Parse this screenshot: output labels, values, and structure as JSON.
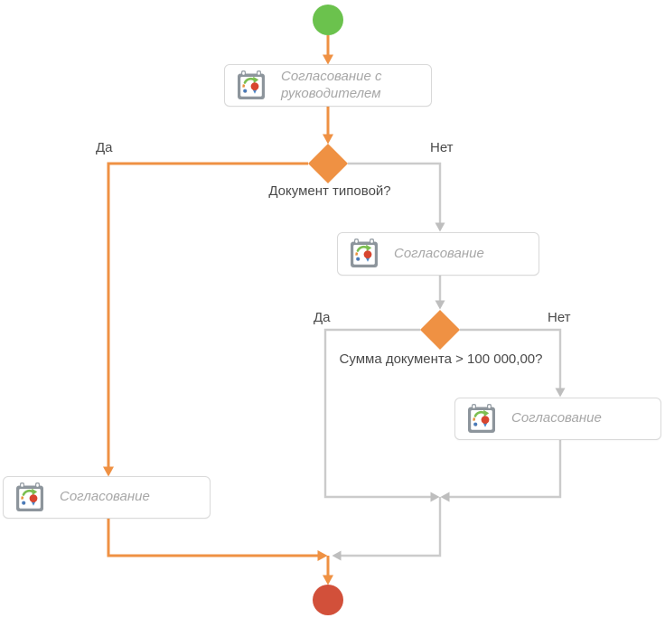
{
  "diagram": {
    "type": "business-process-flowchart",
    "colors": {
      "start_node": "#6BC24D",
      "end_node": "#D2503A",
      "decision_node": "#EF9143",
      "active_path": "#EF9143",
      "inactive_path": "#CBCBCB",
      "task_border": "#D9D9D9",
      "task_text": "#A7A7A7",
      "label_text": "#4A4A4A"
    },
    "nodes": {
      "task_manager": {
        "label": "Согласование с руководителем"
      },
      "task_approval_no_branch": {
        "label": "Согласование"
      },
      "task_approval_amount": {
        "label": "Согласование"
      },
      "task_approval_typical": {
        "label": "Согласование"
      },
      "decision_typical": {
        "question": "Документ типовой?",
        "yes": "Да",
        "no": "Нет"
      },
      "decision_amount": {
        "question": "Сумма документа > 100 000,00?",
        "yes": "Да",
        "no": "Нет"
      }
    }
  }
}
